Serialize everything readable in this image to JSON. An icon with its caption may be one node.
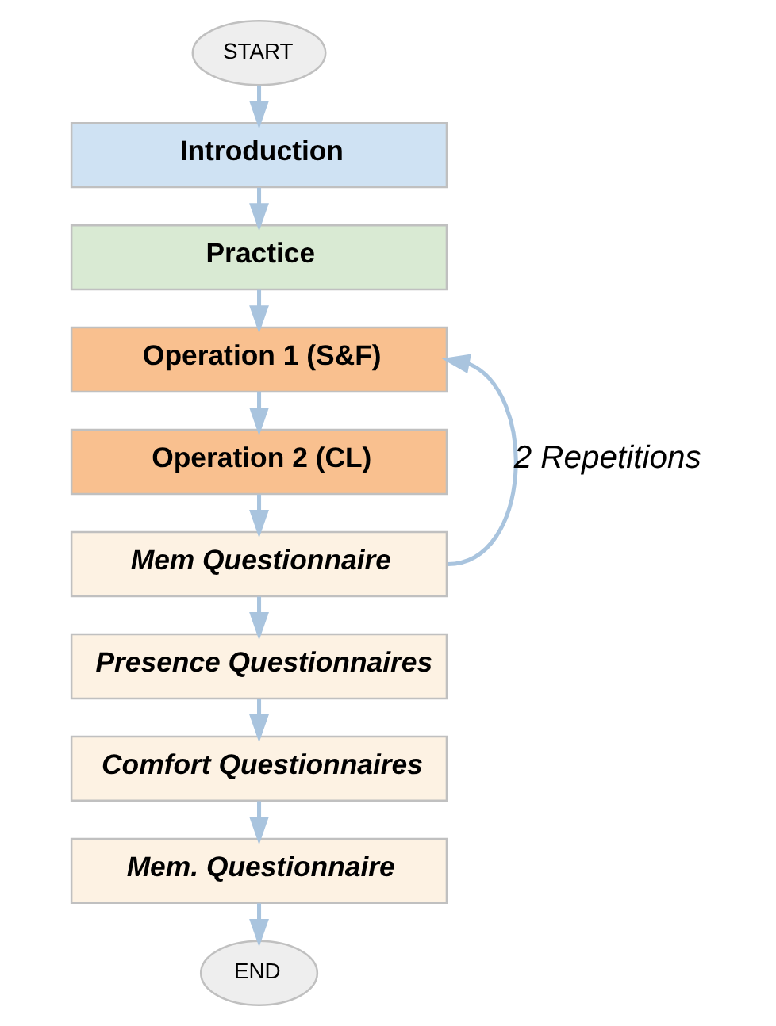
{
  "diagram": {
    "nodes": [
      {
        "text": [
          "START"
        ]
      },
      {
        "text": [
          "Introduction"
        ]
      },
      {
        "text": [
          "Practice"
        ]
      },
      {
        "text": [
          "Operation 1 (S&F)"
        ]
      },
      {
        "text": [
          "Operation 2 (CL)"
        ]
      },
      {
        "text": [
          "Mem Questionnaire"
        ]
      },
      {
        "text": [
          "Presence Questionnaires"
        ]
      },
      {
        "text": [
          "Comfort Questionnaires"
        ]
      },
      {
        "text": [
          "Mem. Questionnaire"
        ]
      },
      {
        "text": [
          "END"
        ]
      }
    ],
    "edges": [
      {
        "from": 0,
        "to": 1,
        "arrow": "to"
      },
      {
        "from": 1,
        "to": 2,
        "arrow": "to"
      },
      {
        "from": 2,
        "to": 3,
        "arrow": "to"
      },
      {
        "from": 3,
        "to": 4,
        "arrow": "to"
      },
      {
        "from": 4,
        "to": 5,
        "arrow": "to"
      },
      {
        "from": 5,
        "to": 3,
        "arrow": "to",
        "label": "2 Repetitions"
      },
      {
        "from": 5,
        "to": 6,
        "arrow": "to"
      },
      {
        "from": 6,
        "to": 7,
        "arrow": "to"
      },
      {
        "from": 7,
        "to": 8,
        "arrow": "to"
      },
      {
        "from": 8,
        "to": 9,
        "arrow": "to"
      }
    ]
  }
}
